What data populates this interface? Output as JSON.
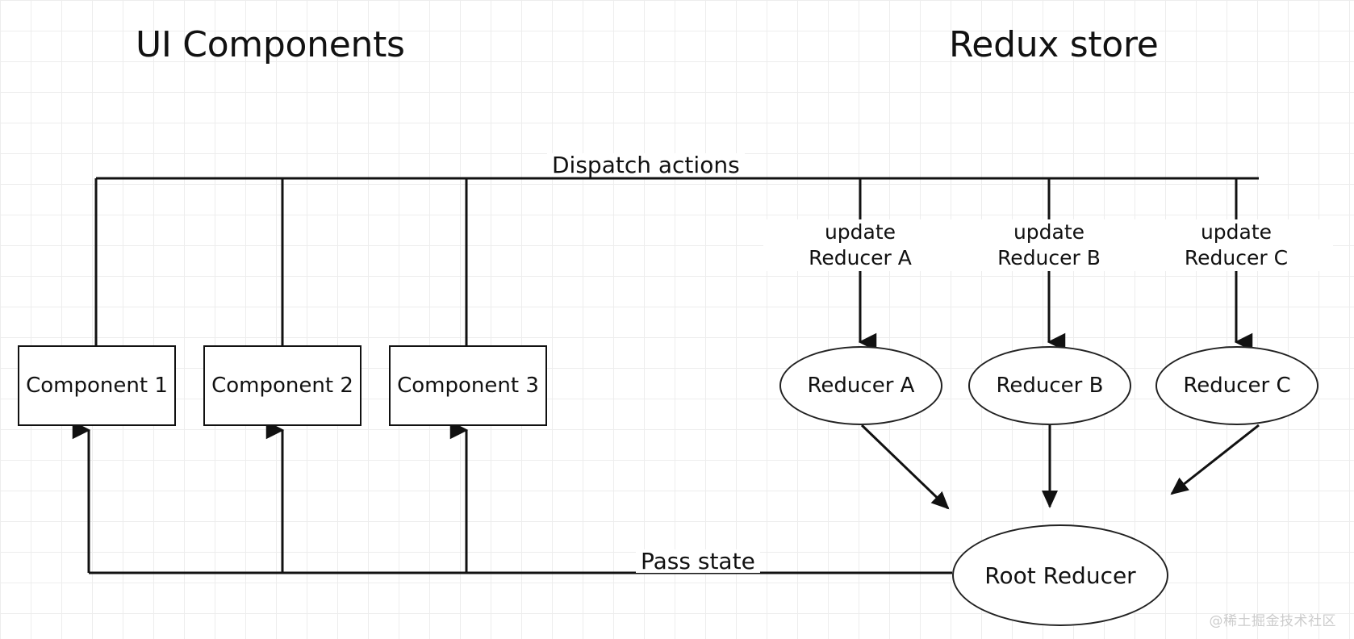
{
  "diagram": {
    "title_left": "UI Components",
    "title_right": "Redux store",
    "components": [
      {
        "label": "Component 1"
      },
      {
        "label": "Component 2"
      },
      {
        "label": "Component 3"
      }
    ],
    "reducers": [
      {
        "label": "Reducer A",
        "update_line1": "update",
        "update_line2": "Reducer A"
      },
      {
        "label": "Reducer B",
        "update_line1": "update",
        "update_line2": "Reducer B"
      },
      {
        "label": "Reducer C",
        "update_line1": "update",
        "update_line2": "Reducer C"
      }
    ],
    "root_reducer": "Root Reducer",
    "edges": {
      "dispatch": "Dispatch actions",
      "pass_state": "Pass state"
    },
    "watermark": "@稀土掘金技术社区",
    "colors": {
      "stroke": "#111111",
      "ellipse_stroke": "#222222",
      "grid_minor": "#ededed",
      "grid_major": "#dddddd",
      "background": "#ffffff",
      "watermark": "#cccccc"
    }
  }
}
